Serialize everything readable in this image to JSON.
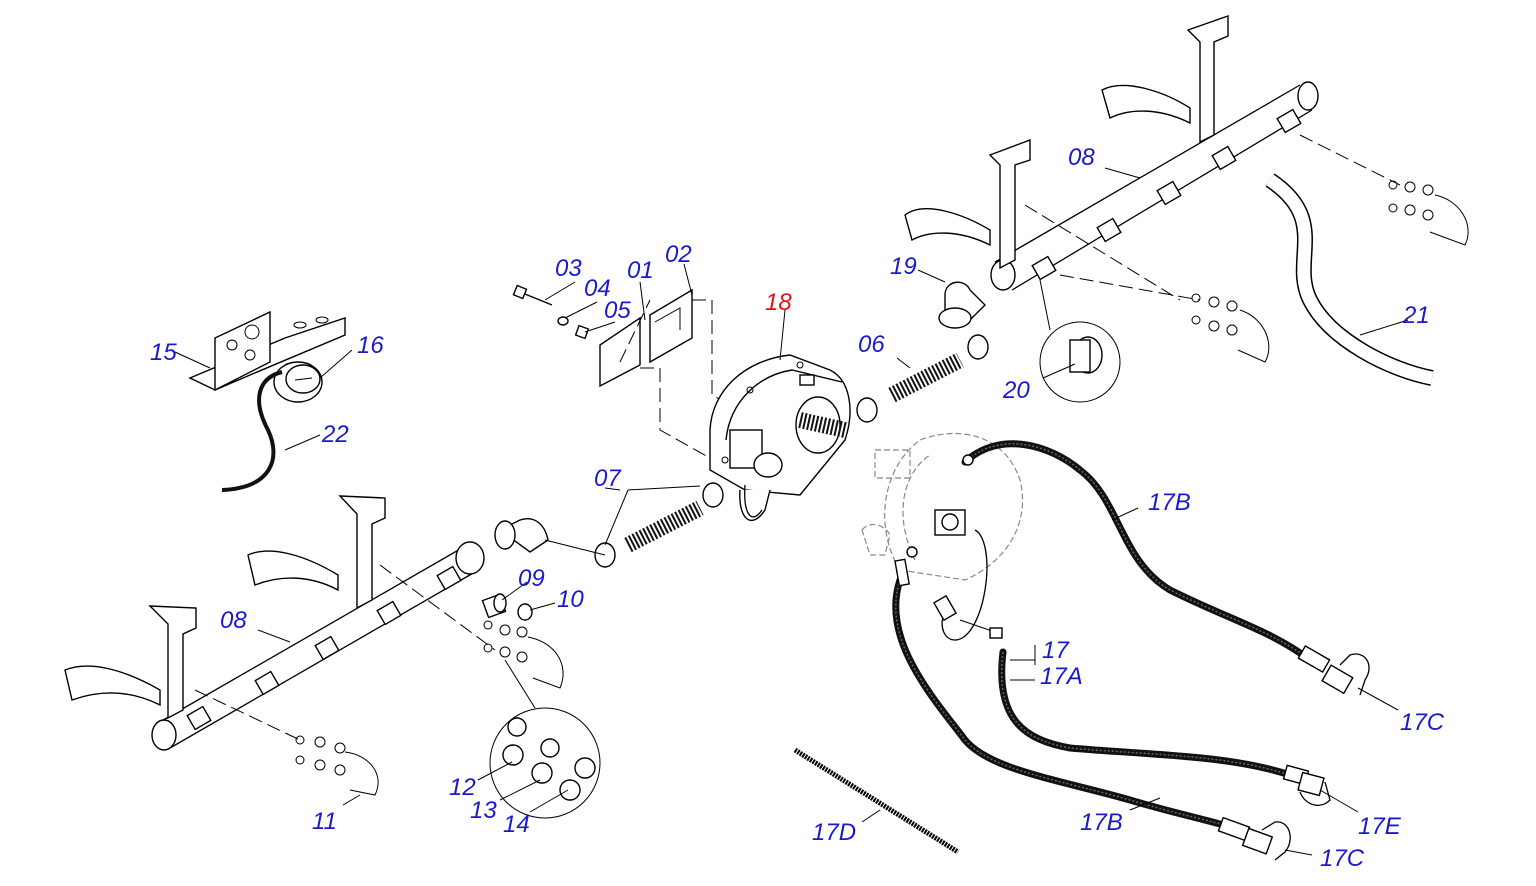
{
  "colors": {
    "label": "#1a1acc",
    "highlight": "#e0141e",
    "line": "#000000"
  },
  "labels": {
    "l01": "01",
    "l02": "02",
    "l03": "03",
    "l04": "04",
    "l05": "05",
    "l06": "06",
    "l07": "07",
    "l08a": "08",
    "l08b": "08",
    "l09": "09",
    "l10": "10",
    "l11": "11",
    "l12": "12",
    "l13": "13",
    "l14": "14",
    "l15": "15",
    "l16": "16",
    "l17": "17",
    "l17a": "17A",
    "l17b1": "17B",
    "l17b2": "17B",
    "l17c1": "17C",
    "l17c2": "17C",
    "l17d": "17D",
    "l17e": "17E",
    "l18": "18",
    "l19": "19",
    "l20": "20",
    "l21": "21",
    "l22": "22"
  }
}
